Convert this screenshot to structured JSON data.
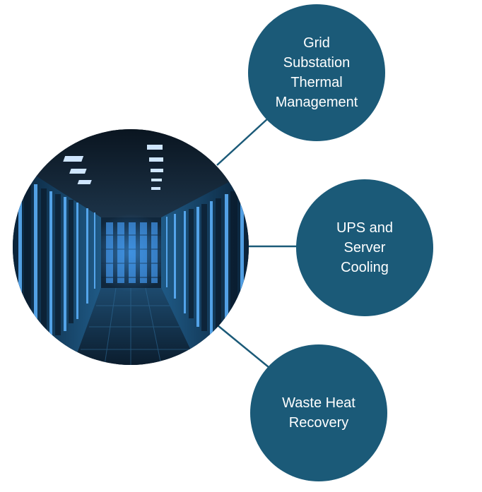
{
  "diagram": {
    "hub": {
      "icon": "data-center-server-room-photo"
    },
    "nodes": [
      {
        "label": "Grid\nSubstation\nThermal\nManagement"
      },
      {
        "label": "UPS and\nServer\nCooling"
      },
      {
        "label": "Waste Heat\nRecovery"
      }
    ],
    "colors": {
      "node_fill": "#1b5a78",
      "connector": "#1b5a78",
      "label_text": "#ffffff"
    }
  }
}
